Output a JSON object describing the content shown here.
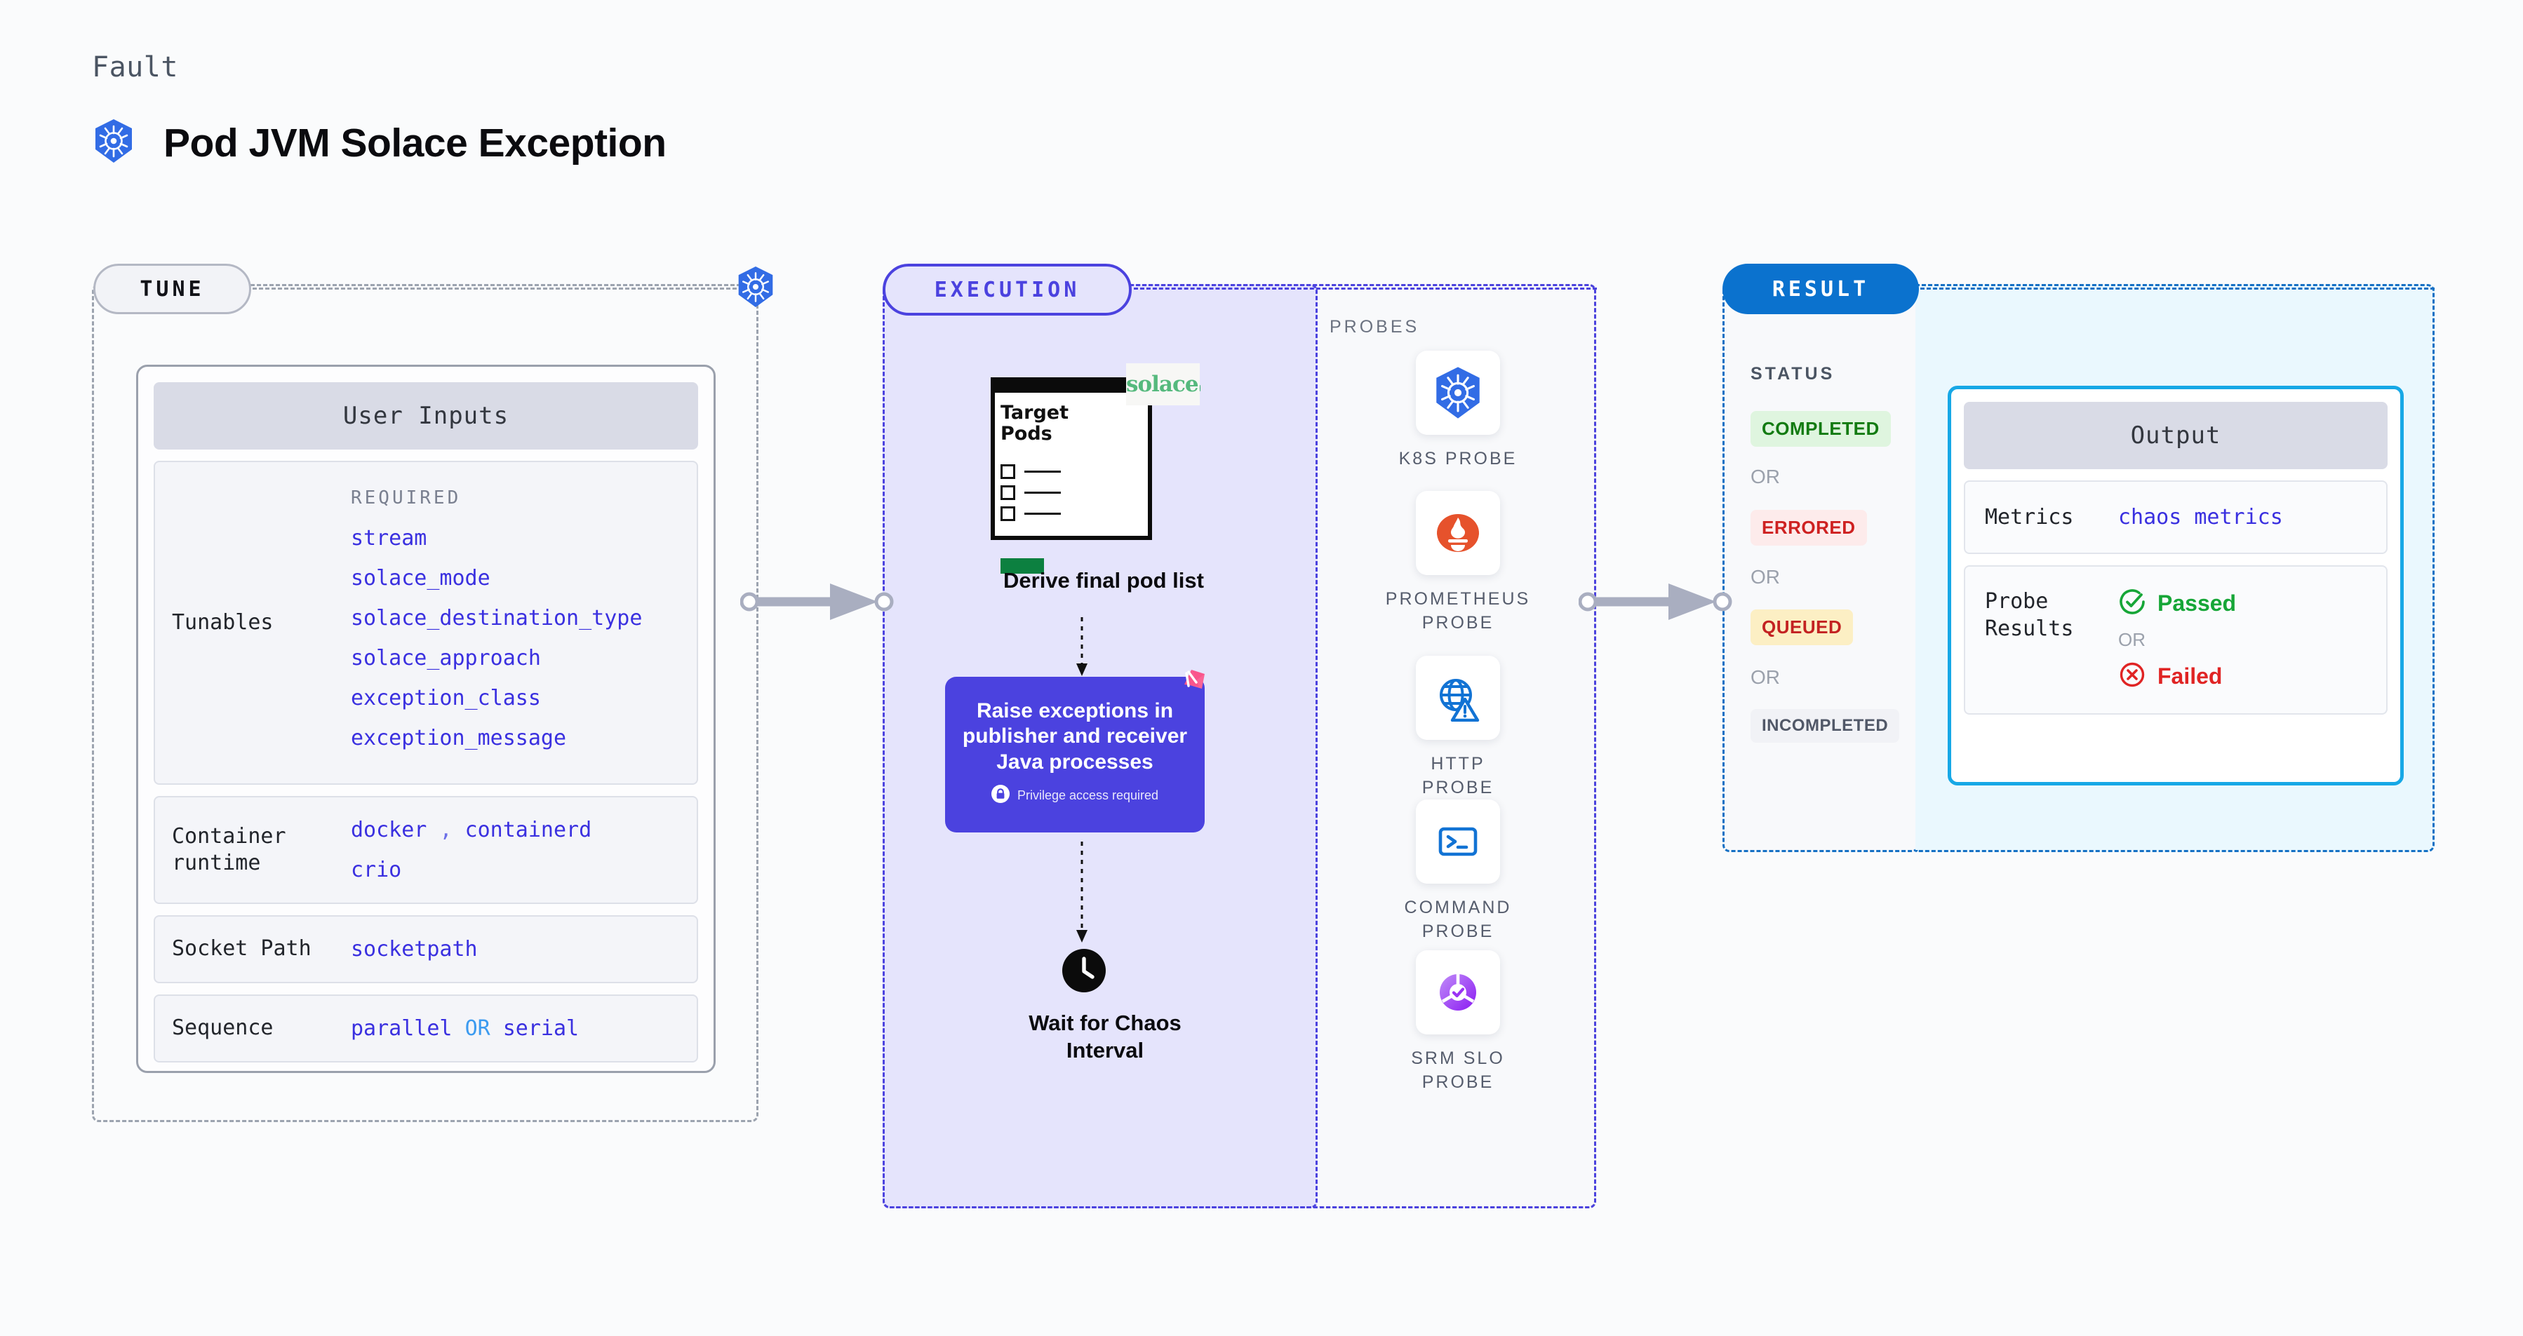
{
  "header": {
    "kicker": "Fault",
    "title": "Pod JVM Solace Exception",
    "icon": "kubernetes-icon"
  },
  "stages": {
    "tune": "TUNE",
    "execution": "EXECUTION",
    "result": "RESULT"
  },
  "tune": {
    "card_title": "User Inputs",
    "tunables": {
      "label": "Tunables",
      "required_label": "REQUIRED",
      "values": [
        "stream",
        "solace_mode",
        "solace_destination_type",
        "solace_approach",
        "exception_class",
        "exception_message"
      ]
    },
    "container_runtime": {
      "label": "Container runtime",
      "values": [
        "docker",
        "containerd",
        "crio"
      ],
      "separator": ","
    },
    "socket_path": {
      "label": "Socket Path",
      "value": "socketpath"
    },
    "sequence": {
      "label": "Sequence",
      "value_a": "parallel",
      "or": "OR",
      "value_b": "serial"
    }
  },
  "execution": {
    "target_pods": {
      "title_line1": "Target",
      "title_line2": "Pods",
      "vendor_logo": "solace",
      "caption": "Derive final pod list"
    },
    "action": {
      "text": "Raise exceptions in publisher and receiver Java processes",
      "privilege_note": "Privilege access required",
      "icon": "lock-icon",
      "ribbon": "litmus-chaos-icon",
      "color": "#4B42DF"
    },
    "wait": {
      "icon": "clock-icon",
      "caption_line1": "Wait for Chaos",
      "caption_line2": "Interval"
    }
  },
  "probes": {
    "label": "PROBES",
    "items": [
      {
        "name": "K8S PROBE",
        "icon": "kubernetes-icon"
      },
      {
        "name": "PROMETHEUS PROBE",
        "icon": "prometheus-icon"
      },
      {
        "name": "HTTP PROBE",
        "icon": "globe-warning-icon"
      },
      {
        "name": "COMMAND PROBE",
        "icon": "terminal-icon"
      },
      {
        "name": "SRM SLO PROBE",
        "icon": "slo-donut-icon"
      }
    ]
  },
  "result": {
    "status_label": "STATUS",
    "or_label": "OR",
    "statuses": [
      {
        "label": "COMPLETED",
        "bg": "#DFF5DF",
        "fg": "#137B12"
      },
      {
        "label": "ERRORED",
        "bg": "#FDEBEB",
        "fg": "#CE2121"
      },
      {
        "label": "QUEUED",
        "bg": "#FCEFC4",
        "fg": "#C32222"
      },
      {
        "label": "INCOMPLETED",
        "bg": "#F1F2F6",
        "fg": "#515868"
      }
    ],
    "output": {
      "title": "Output",
      "metrics": {
        "label": "Metrics",
        "value": "chaos metrics"
      },
      "probe_results": {
        "label": "Probe Results",
        "passed": "Passed",
        "or": "OR",
        "failed": "Failed",
        "passed_icon": "check-circle-icon",
        "failed_icon": "x-circle-icon"
      }
    }
  },
  "colors": {
    "accent_purple": "#4B42DF",
    "accent_blue": "#0B72CE",
    "accent_cyan": "#17A8E6",
    "k8s_blue": "#326CE5",
    "token_blue": "#3A30E0"
  }
}
